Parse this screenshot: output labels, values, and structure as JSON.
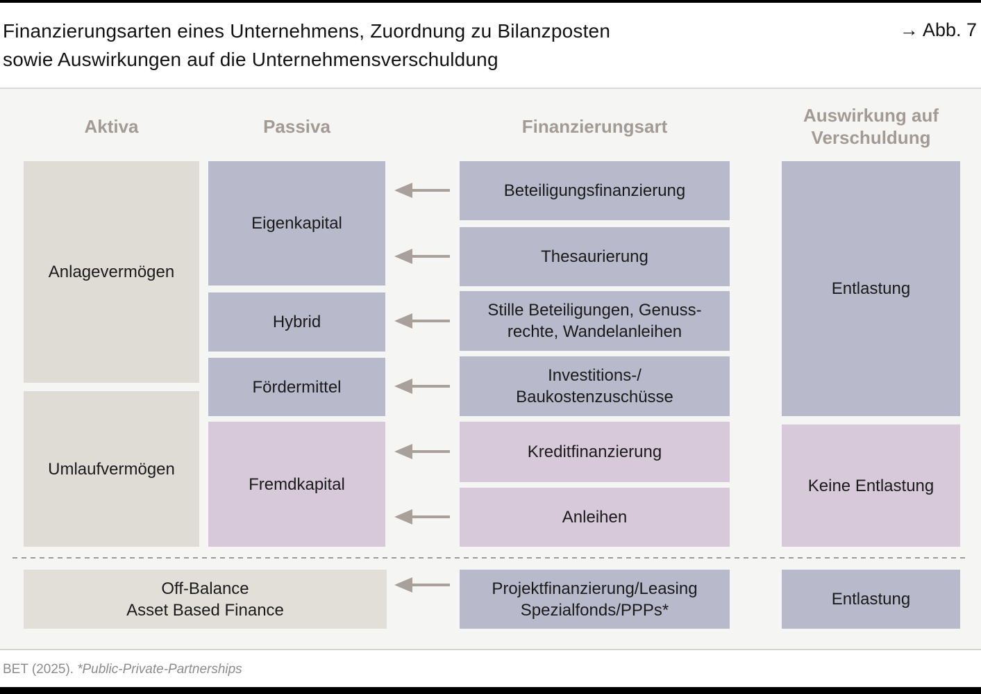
{
  "title": {
    "line1": "Finanzierungsarten eines Unternehmens, Zuordnung zu Bilanzposten",
    "line2": "sowie Auswirkungen auf die Unternehmensverschuldung",
    "figure_ref": "→ Abb. 7"
  },
  "headers": {
    "aktiva": "Aktiva",
    "passiva": "Passiva",
    "finanzierungsart": "Finanzierungsart",
    "auswirkung_line1": "Auswirkung auf",
    "auswirkung_line2": "Verschuldung"
  },
  "aktiva": {
    "anlagevermoegen": "Anlagevermögen",
    "umlaufvermoegen": "Umlaufvermögen"
  },
  "passiva": {
    "eigenkapital": "Eigenkapital",
    "hybrid": "Hybrid",
    "foerdermittel": "Fördermittel",
    "fremdkapital": "Fremdkapital"
  },
  "finanzierungsarten": {
    "beteiligung": "Beteiligungsfinanzierung",
    "thesaurierung": "Thesaurierung",
    "stille_line1": "Stille Beteiligungen, Genuss-",
    "stille_line2": "rechte, Wandelanleihen",
    "investitions_line1": "Investitions-/",
    "investitions_line2": "Baukostenzuschüsse",
    "kredit": "Kreditfinanzierung",
    "anleihen": "Anleihen"
  },
  "auswirkung": {
    "entlastung": "Entlastung",
    "keine_entlastung": "Keine Entlastung",
    "entlastung_off_balance": "Entlastung"
  },
  "off_balance": {
    "line1": "Off-Balance",
    "line2": "Asset Based Finance",
    "projekt_line1": "Projektfinanzierung/Leasing",
    "projekt_line2": "Spezialfonds/PPPs*"
  },
  "footer": {
    "source": "BET (2025).",
    "note": "*Public-Private-Partnerships"
  },
  "colors": {
    "box_blue_gray": "#b8b9cb",
    "box_pink": "#d7c9da",
    "box_beige": "#dfdcd5",
    "box_beige_light": "#e2dfd9",
    "header_text": "#a39a93",
    "arrow": "#a8a099",
    "canvas_background": "#f5f5f4",
    "top_bottom_bar": "#000000"
  }
}
